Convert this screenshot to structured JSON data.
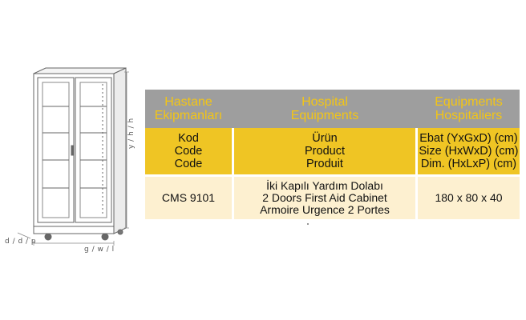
{
  "dimension_labels": {
    "depth": "d / d / p",
    "width": "g / w / l",
    "height": "y / h / h"
  },
  "table": {
    "headers": [
      [
        "Hastane",
        "Ekipmanları"
      ],
      [
        "Hospital",
        "Equipments"
      ],
      [
        "Equipments",
        "Hospitaliers"
      ]
    ],
    "label_row": [
      [
        "Kod",
        "Code",
        "Code"
      ],
      [
        "Ürün",
        "Product",
        "Produit"
      ],
      [
        "Ebat (YxGxD) (cm)",
        "Size (HxWxD) (cm)",
        "Dim. (HxLxP) (cm)"
      ]
    ],
    "product_row": {
      "code": "CMS 9101",
      "names": [
        "İki Kapılı Yardım Dolabı",
        "2 Doors First Aid Cabinet",
        "Armoire Urgence 2 Portes"
      ],
      "size": "180 x 80 x 40"
    }
  },
  "colors": {
    "header_bg": "#9e9e9e",
    "header_text": "#f3c515",
    "yellow_row": "#efc524",
    "light_row": "#fdf0d0"
  }
}
